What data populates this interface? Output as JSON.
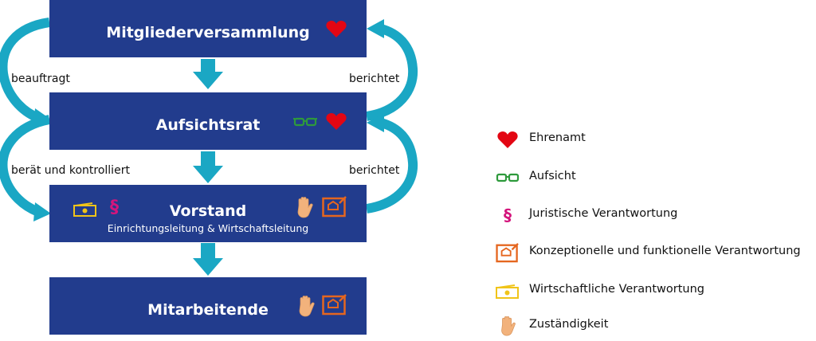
{
  "boxes": {
    "mitgliederversammlung": "Mitgliederversammlung",
    "aufsichtsrat": "Aufsichtsrat",
    "vorstand": "Vorstand",
    "vorstand_sub": "Einrichtungsleitung & Wirtschaftsleitung",
    "mitarbeitende": "Mitarbeitende"
  },
  "arrows": {
    "left_top": "beauftragt",
    "right_top": "berichtet",
    "left_bottom": "berät und kontrolliert",
    "right_bottom": "berichtet"
  },
  "legend": [
    {
      "icon": "heart-icon",
      "label": "Ehrenamt"
    },
    {
      "icon": "glasses-icon",
      "label": "Aufsicht"
    },
    {
      "icon": "paragraph-icon",
      "label": "Juristische Verantwortung"
    },
    {
      "icon": "blueprint-icon",
      "label": "Konzeptionelle und funktionelle Verantwortung"
    },
    {
      "icon": "money-icon",
      "label": "Wirtschaftliche Verantwortung"
    },
    {
      "icon": "hand-icon",
      "label": "Zuständigkeit"
    }
  ],
  "colors": {
    "box": "#223c8d",
    "arrow": "#1aa7c4",
    "heart": "#e30613",
    "glasses": "#2e9a3c",
    "paragraph": "#d4157c",
    "blueprint": "#e5661f",
    "money": "#f0c419",
    "hand": "#f2b27c"
  }
}
